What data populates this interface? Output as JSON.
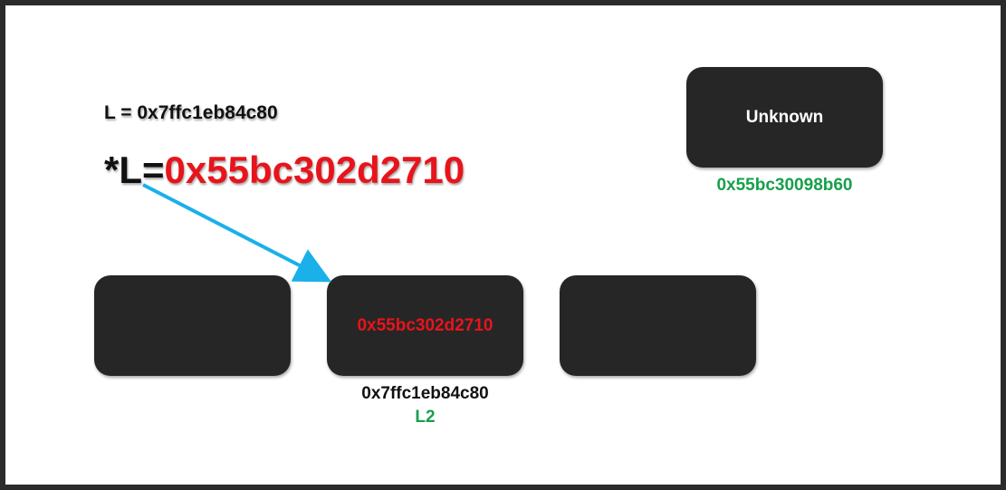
{
  "colors": {
    "box_fill": "#262626",
    "text_dark": "#111111",
    "pointer_value": "#e8141b",
    "address_green": "#16a04a",
    "box_white_text": "#ffffff",
    "arrow": "#1ab0ea"
  },
  "pointer": {
    "address_line": "L = 0x7ffc1eb84c80",
    "deref_prefix": "*L=",
    "deref_value": "0x55bc302d2710"
  },
  "unknown_node": {
    "label": "Unknown",
    "address": "0x55bc30098b60"
  },
  "nodes": [
    {
      "content": "",
      "address": "",
      "name": ""
    },
    {
      "content": "0x55bc302d2710",
      "address": "0x7ffc1eb84c80",
      "name": "L2"
    },
    {
      "content": "",
      "address": "",
      "name": ""
    }
  ]
}
